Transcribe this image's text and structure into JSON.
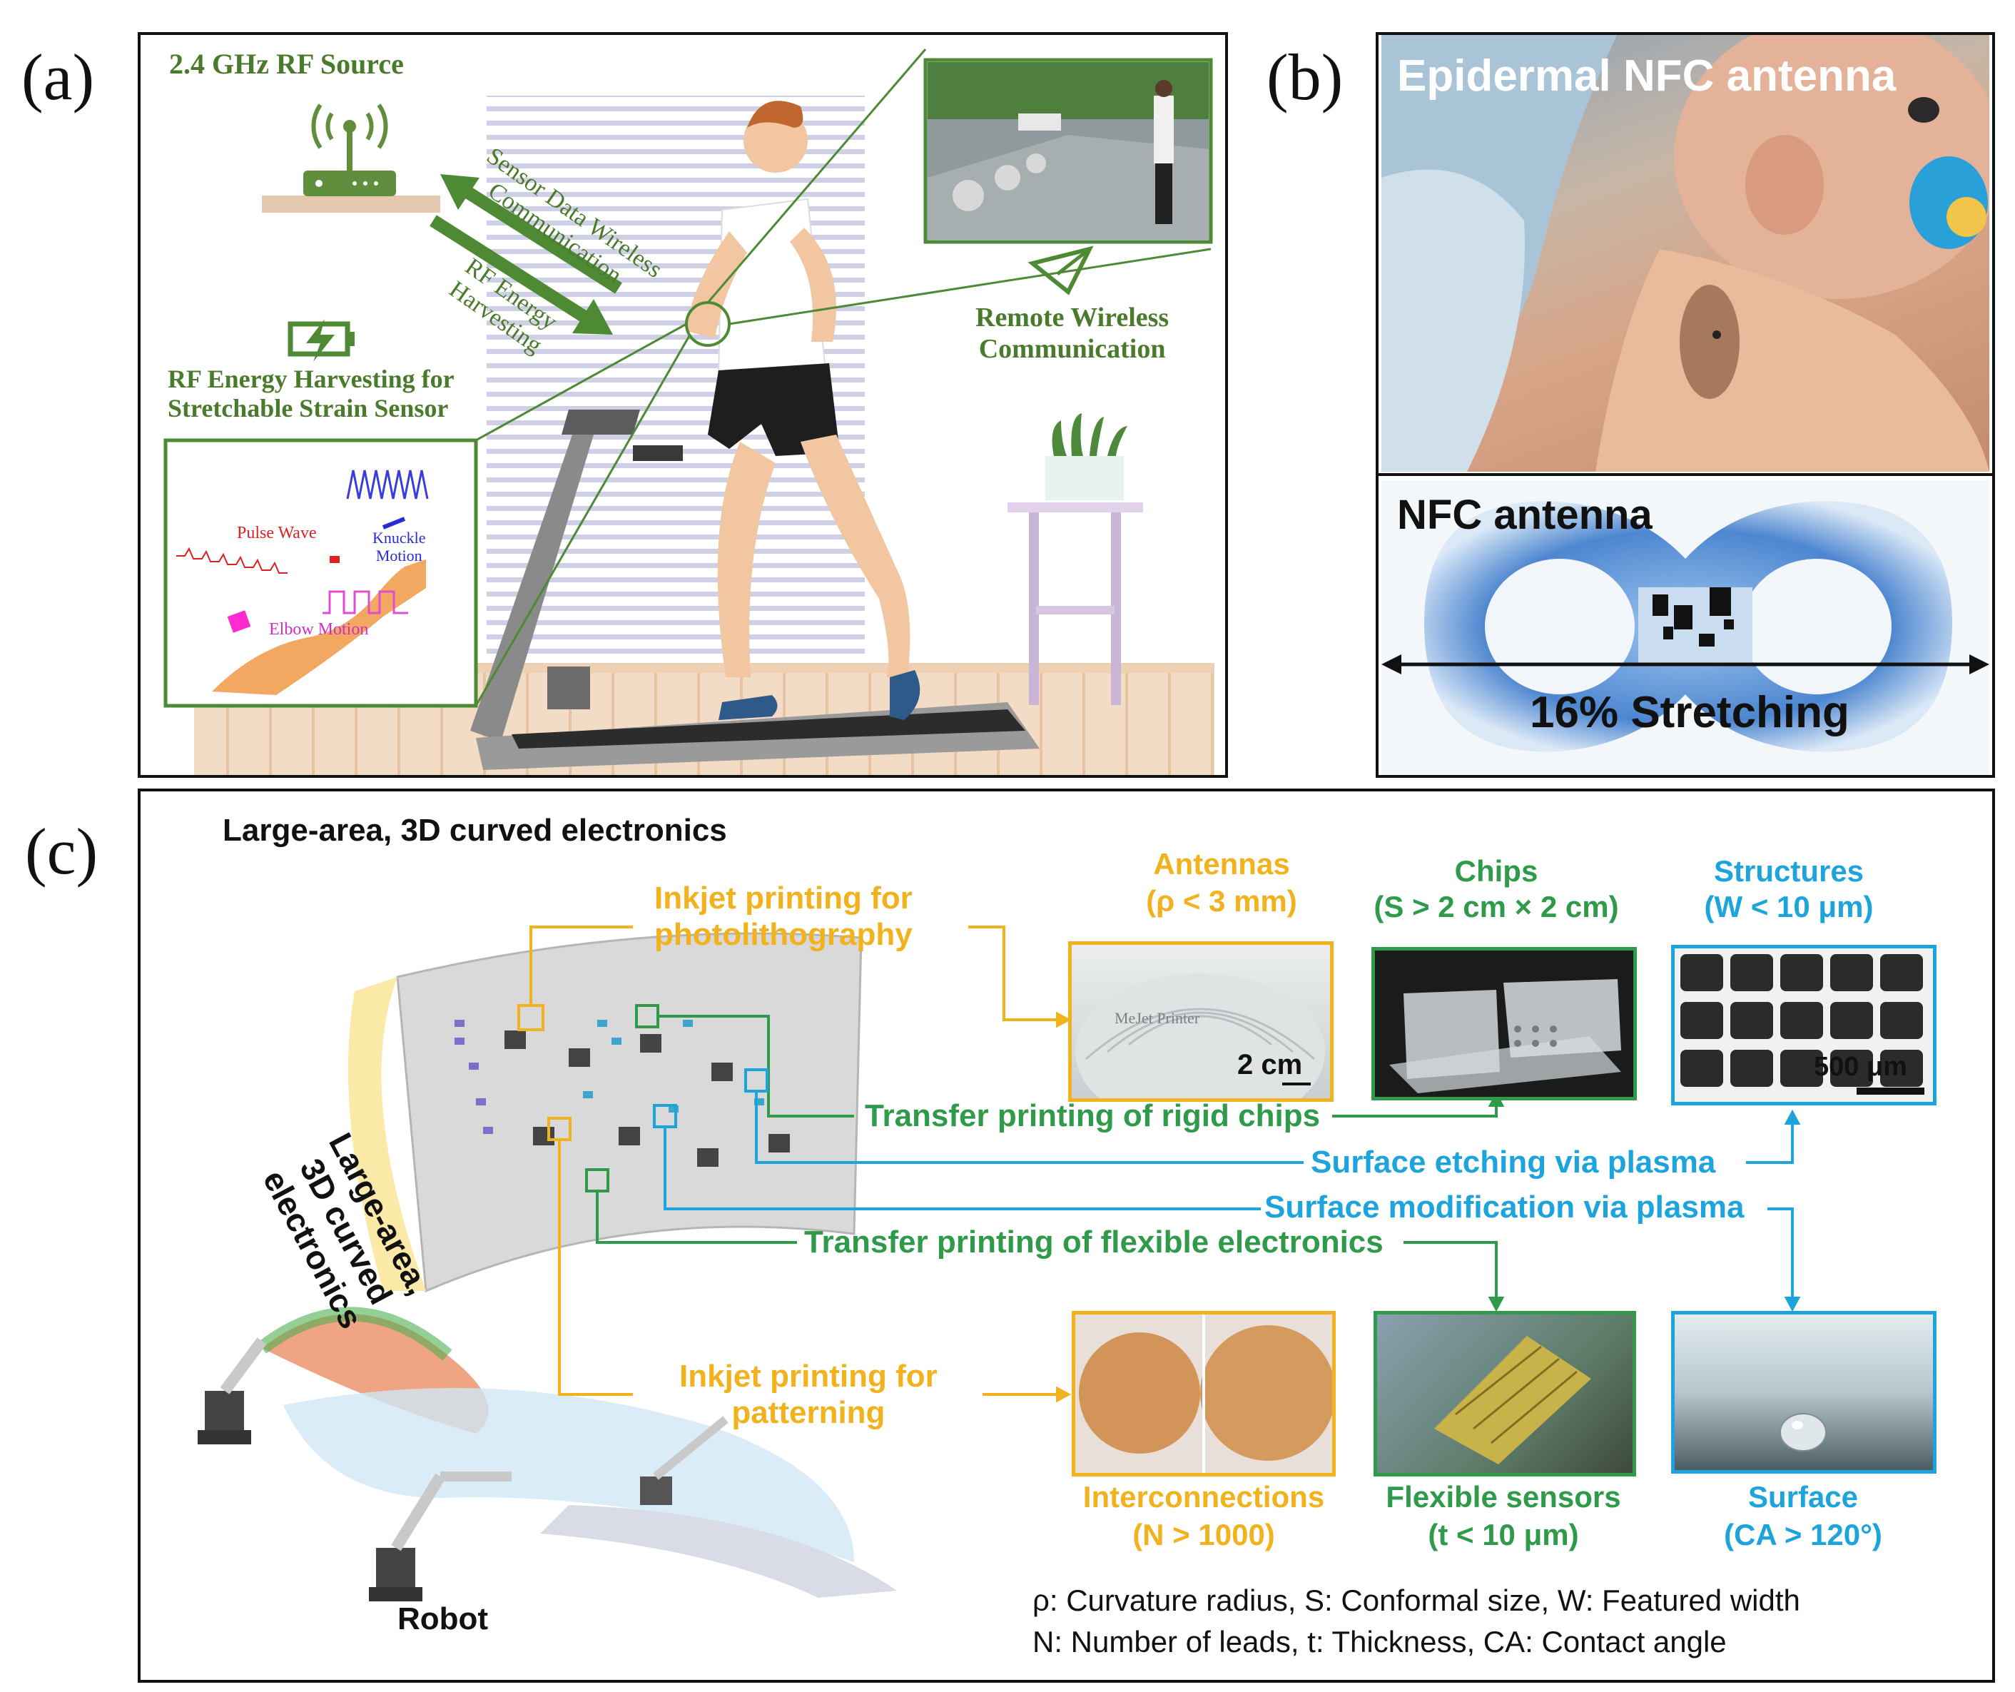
{
  "panel_labels": {
    "a": "(a)",
    "b": "(b)",
    "c": "(c)"
  },
  "panel_a": {
    "rf_source": "2.4 GHz  RF Source",
    "arrow_upper": [
      "Sensor Data Wireless",
      "Communication"
    ],
    "arrow_lower": [
      "RF Energy",
      "Harvesting"
    ],
    "harvest_title": [
      "RF Energy Harvesting for",
      "Stretchable Strain Sensor"
    ],
    "pulse_wave": "Pulse Wave",
    "knuckle_motion": [
      "Knuckle",
      "Motion"
    ],
    "elbow_motion": "Elbow Motion",
    "remote": [
      "Remote Wireless",
      "Communication"
    ]
  },
  "panel_b": {
    "photo_title": "Epidermal NFC antenna",
    "antenna_title": "NFC antenna",
    "stretch": "16% Stretching"
  },
  "panel_c": {
    "header": "Large-area, 3D curved electronics",
    "curved_label": [
      "Large-area,",
      "3D curved",
      "electronics"
    ],
    "robot": "Robot",
    "inkjet_photo": [
      "Inkjet printing for",
      "photolithography"
    ],
    "inkjet_pattern": [
      "Inkjet printing for",
      "patterning"
    ],
    "transfer_rigid": "Transfer printing of rigid chips",
    "surface_etching": "Surface etching via plasma",
    "surface_mod": "Surface modification via plasma",
    "transfer_flex": "Transfer printing of flexible electronics",
    "antennas": {
      "title": "Antennas",
      "cond": "(ρ < 3 mm)",
      "scale": "2 cm",
      "stamp": "MeJet Printer"
    },
    "chips": {
      "title": "Chips",
      "cond": "(S > 2 cm × 2 cm)"
    },
    "structures": {
      "title": "Structures",
      "cond": "(W < 10 μm)",
      "scale": "500 μm"
    },
    "interconnections": {
      "title": "Interconnections",
      "cond": "(N > 1000)"
    },
    "flex_sensors": {
      "title": "Flexible sensors",
      "cond": "(t < 10 μm)"
    },
    "surface": {
      "title": "Surface",
      "cond": "(CA > 120°)"
    },
    "legend_1": "ρ: Curvature radius, S: Conformal size, W: Featured width",
    "legend_2": "N: Number of leads, t: Thickness, CA: Contact angle"
  },
  "colors": {
    "green_text": "#4a7a2c",
    "yellow": "#f1b21e",
    "green": "#2f9b4a",
    "cyan": "#1da4dc"
  }
}
